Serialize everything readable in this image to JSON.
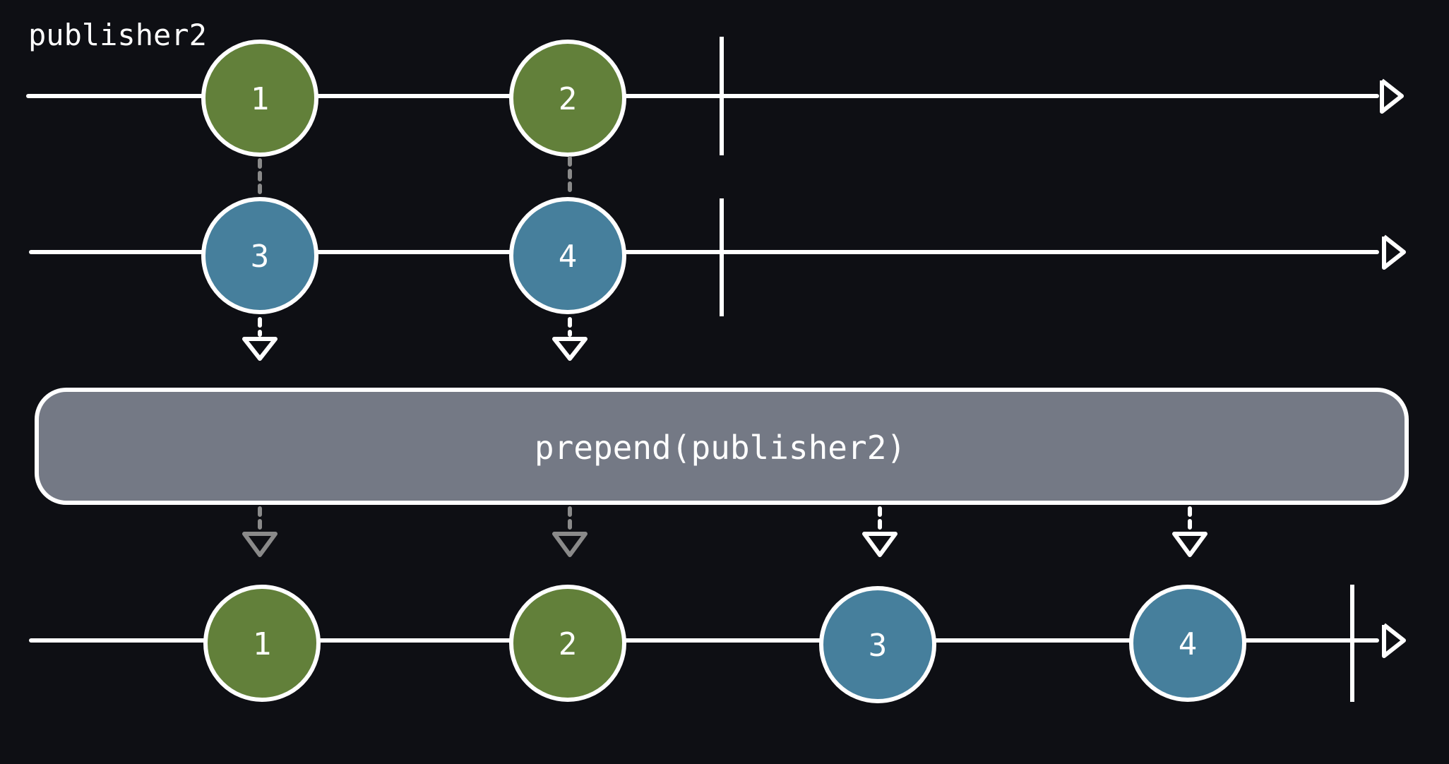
{
  "labels": {
    "publisher_label": "publisher2",
    "operator_label": "prepend(publisher2)"
  },
  "colors": {
    "background": "#0e0f14",
    "green": "#62803a",
    "blue": "#467f9c",
    "operator_box": "#747985",
    "stroke": "#ffffff",
    "dashed_gray": "#8a8a8a"
  },
  "timelines": {
    "publisher2": {
      "marbles": [
        {
          "value": "1",
          "color": "green"
        },
        {
          "value": "2",
          "color": "green"
        }
      ]
    },
    "source": {
      "marbles": [
        {
          "value": "3",
          "color": "blue"
        },
        {
          "value": "4",
          "color": "blue"
        }
      ]
    },
    "output": {
      "marbles": [
        {
          "value": "1",
          "color": "green"
        },
        {
          "value": "2",
          "color": "green"
        },
        {
          "value": "3",
          "color": "blue"
        },
        {
          "value": "4",
          "color": "blue"
        }
      ]
    }
  }
}
